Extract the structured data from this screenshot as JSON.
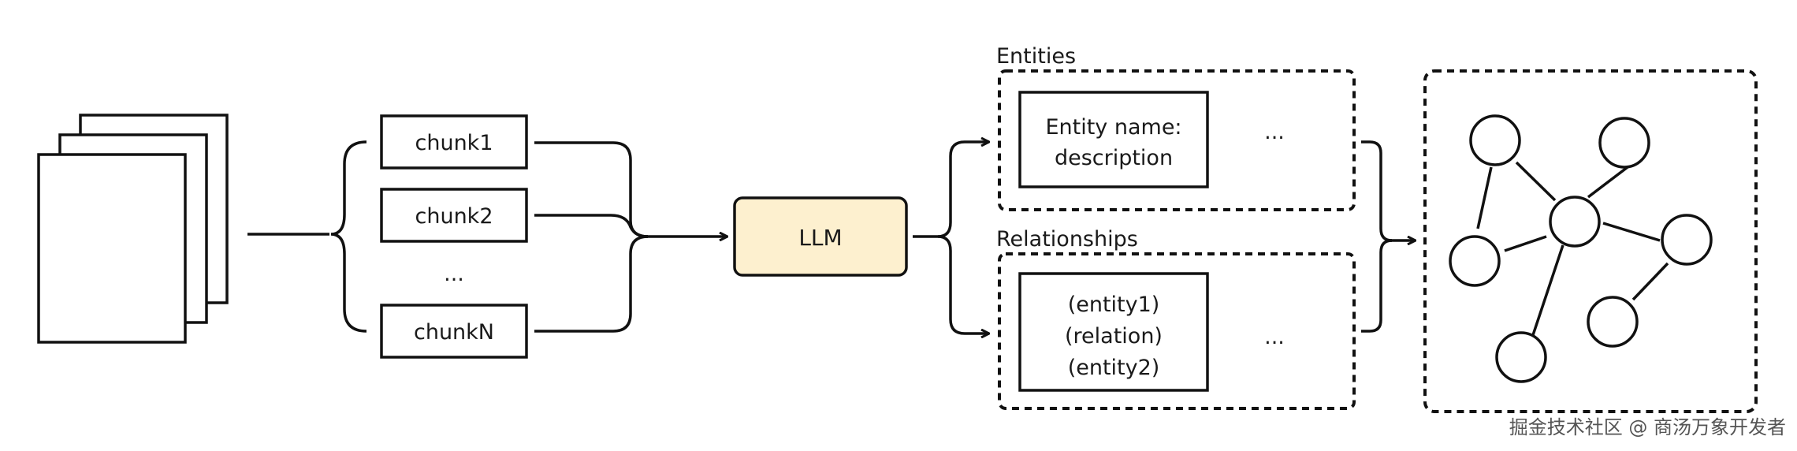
{
  "chunks": {
    "items": [
      "chunk1",
      "chunk2",
      "chunkN"
    ],
    "ellipsis": "..."
  },
  "llm": {
    "label": "LLM",
    "fill_color": "#FDF0CF"
  },
  "entities": {
    "title": "Entities",
    "box_line1": "Entity name:",
    "box_line2": "description",
    "ellipsis": "..."
  },
  "relationships": {
    "title": "Relationships",
    "box_line1": "(entity1)",
    "box_line2": "(relation)",
    "box_line3": "(entity2)",
    "ellipsis": "..."
  },
  "watermark": "掘金技术社区 @ 商汤万象开发者"
}
